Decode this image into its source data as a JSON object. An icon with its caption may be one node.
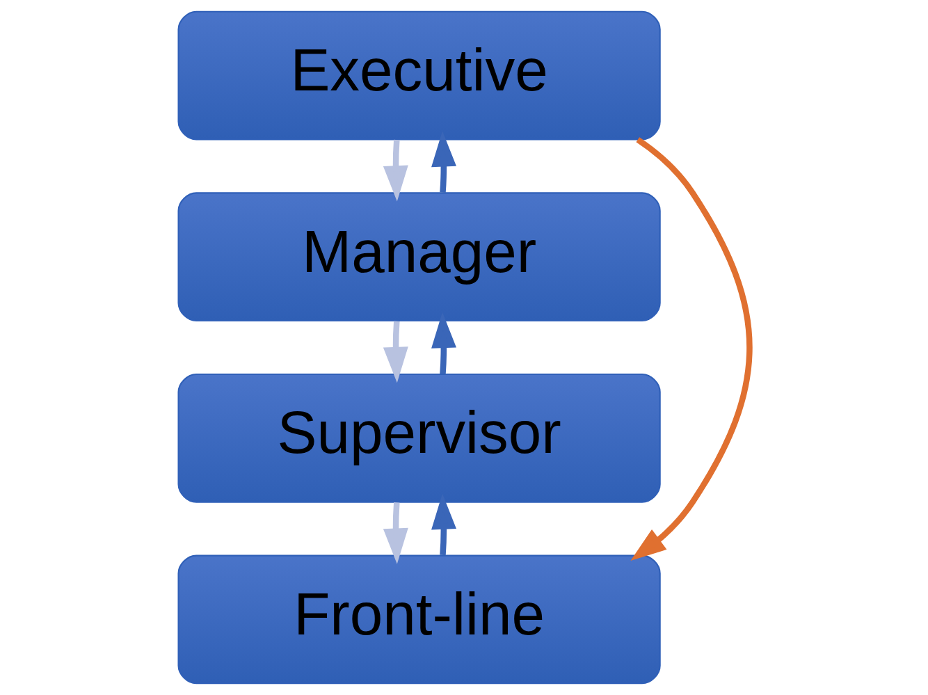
{
  "diagram": {
    "nodes": [
      {
        "text": [
          "Executive"
        ]
      },
      {
        "text": [
          "Manager"
        ]
      },
      {
        "text": [
          "Supervisor"
        ]
      },
      {
        "text": [
          "Front-line"
        ]
      }
    ],
    "edges": [
      {
        "from": 0,
        "to": 1,
        "arrow": "to"
      },
      {
        "from": 1,
        "to": 2,
        "arrow": "to"
      },
      {
        "from": 2,
        "to": 3,
        "arrow": "to"
      },
      {
        "from": 0,
        "to": 3,
        "arrow": "to",
        "color": "#e07030"
      },
      {
        "from": 1,
        "to": 0,
        "arrow": "to",
        "color": "#3a66b8"
      },
      {
        "from": 2,
        "to": 1,
        "arrow": "to",
        "color": "#3a66b8"
      },
      {
        "from": 3,
        "to": 2,
        "arrow": "to",
        "color": "#3a66b8"
      }
    ]
  }
}
